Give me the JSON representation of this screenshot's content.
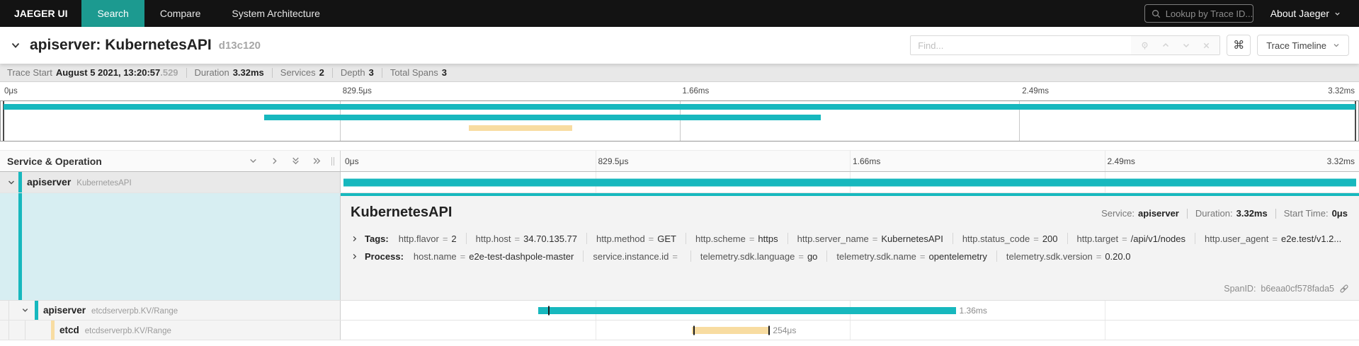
{
  "colors": {
    "accent": "#17B8BE",
    "wheat": "#F8DCA1",
    "nav_active": "#1c9a90",
    "detail_left_bg": "#d7eef2"
  },
  "nav": {
    "brand": "JAEGER UI",
    "items": [
      {
        "label": "Search",
        "active": true
      },
      {
        "label": "Compare",
        "active": false
      },
      {
        "label": "System Architecture",
        "active": false
      }
    ],
    "lookup_placeholder": "Lookup by Trace ID...",
    "about_label": "About Jaeger"
  },
  "trace_header": {
    "title": "apiserver: KubernetesAPI",
    "trace_id_short": "d13c120",
    "find_placeholder": "Find...",
    "cmd_glyph": "⌘",
    "view_selector": "Trace Timeline"
  },
  "summary": {
    "trace_start_label": "Trace Start",
    "trace_start_value": "August 5 2021, 13:20:57",
    "trace_start_ms": ".529",
    "duration_label": "Duration",
    "duration_value": "3.32ms",
    "services_label": "Services",
    "services_value": "2",
    "depth_label": "Depth",
    "depth_value": "3",
    "total_spans_label": "Total Spans",
    "total_spans_value": "3"
  },
  "timeline": {
    "header_label": "Service & Operation",
    "ticks": [
      "0μs",
      "829.5μs",
      "1.66ms",
      "2.49ms",
      "3.32ms"
    ],
    "tick_positions": [
      0,
      25,
      50,
      75,
      100
    ]
  },
  "spans": [
    {
      "service": "apiserver",
      "operation": "KubernetesAPI",
      "color_key": "accent",
      "start_pct": 0.3,
      "width_pct": 99.4,
      "duration_label": "",
      "marks": []
    },
    {
      "service": "apiserver",
      "operation": "etcdserverpb.KV/Range",
      "color_key": "accent",
      "start_pct": 19.4,
      "width_pct": 41.0,
      "duration_label": "1.36ms",
      "marks": [
        20.4
      ]
    },
    {
      "service": "etcd",
      "operation": "etcdserverpb.KV/Range",
      "color_key": "wheat",
      "start_pct": 34.5,
      "width_pct": 7.6,
      "duration_label": "254μs",
      "marks": [
        34.6,
        42.0
      ]
    }
  ],
  "detail": {
    "operation": "KubernetesAPI",
    "service_label": "Service:",
    "service": "apiserver",
    "duration_label": "Duration:",
    "duration": "3.32ms",
    "start_label": "Start Time:",
    "start": "0μs",
    "tags_label": "Tags:",
    "tags": [
      {
        "key": "http.flavor",
        "value": "2"
      },
      {
        "key": "http.host",
        "value": "34.70.135.77"
      },
      {
        "key": "http.method",
        "value": "GET"
      },
      {
        "key": "http.scheme",
        "value": "https"
      },
      {
        "key": "http.server_name",
        "value": "KubernetesAPI"
      },
      {
        "key": "http.status_code",
        "value": "200"
      },
      {
        "key": "http.target",
        "value": "/api/v1/nodes"
      },
      {
        "key": "http.user_agent",
        "value": "e2e.test/v1.2..."
      }
    ],
    "process_label": "Process:",
    "process": [
      {
        "key": "host.name",
        "value": "e2e-test-dashpole-master"
      },
      {
        "key": "service.instance.id",
        "value": ""
      },
      {
        "key": "telemetry.sdk.language",
        "value": "go"
      },
      {
        "key": "telemetry.sdk.name",
        "value": "opentelemetry"
      },
      {
        "key": "telemetry.sdk.version",
        "value": "0.20.0"
      }
    ],
    "span_id_label": "SpanID:",
    "span_id": "b6eaa0cf578fada5"
  }
}
